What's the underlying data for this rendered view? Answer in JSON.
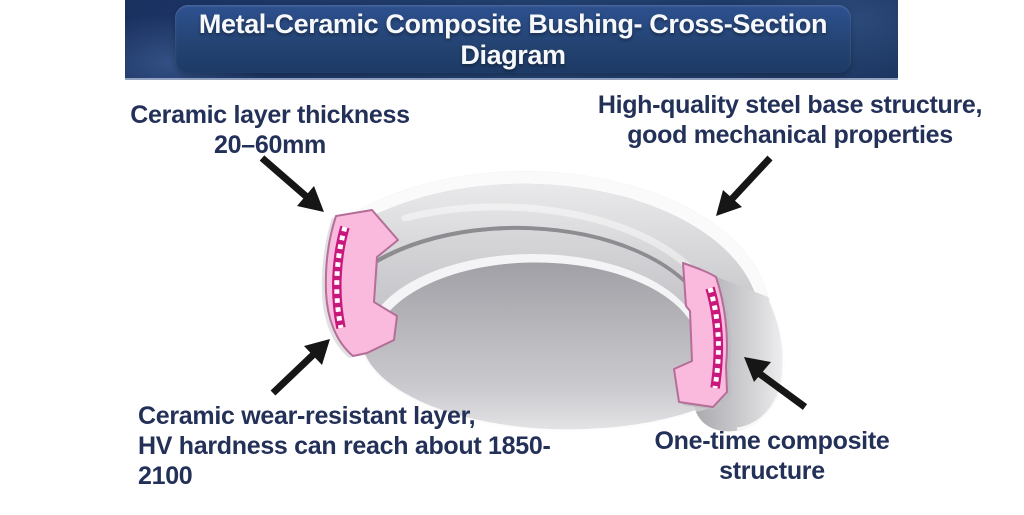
{
  "banner": {
    "title_line1": "Metal-Ceramic Composite Bushing- Cross-Section",
    "title_line2": "Diagram"
  },
  "labels": {
    "ceramic_thickness": {
      "line1": "Ceramic layer thickness",
      "line2": "20–60mm"
    },
    "steel_base": {
      "line1": "High-quality steel base structure,",
      "line2": "good mechanical properties"
    },
    "wear_layer": {
      "line1": "Ceramic wear-resistant layer,",
      "line2": "HV hardness can reach about 1850-2100"
    },
    "composite": {
      "line1": "One-time composite",
      "line2": "structure"
    }
  },
  "icons": {
    "arrows": [
      "arrow-down-right-icon",
      "arrow-down-left-icon",
      "arrow-up-right-icon",
      "arrow-up-left-icon"
    ]
  },
  "colors": {
    "background": "#ffffff",
    "banner_bg": "#1c3767",
    "banner_panel": "#2a4b85",
    "title_text": "#f6f8fb",
    "label_text": "#233058",
    "arrow": "#161616",
    "ceramic_pink": "#f9bade",
    "ceramic_pink_outline": "#b56e97",
    "ceramic_magenta": "#c9187c",
    "steel_light": "#ececee",
    "steel_mid": "#c6c6c9",
    "steel_dark": "#9c9ca2"
  }
}
